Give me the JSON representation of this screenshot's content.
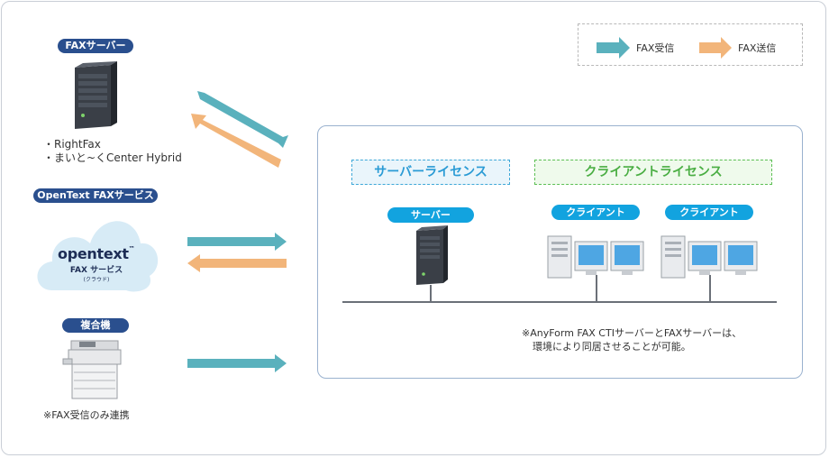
{
  "legend": {
    "receive_label": "FAX受信",
    "send_label": "FAX送信",
    "receive_color": "#5ab1bd",
    "send_color": "#f2b57a"
  },
  "fax_server": {
    "title": "FAXサーバー",
    "items": [
      "・RightFax",
      "・まいと~くCenter Hybrid"
    ]
  },
  "opentext_service": {
    "title": "OpenText FAXサービス",
    "logo_text": "opentext",
    "trademark": "™",
    "cloud_line1": "FAX サービス",
    "cloud_line2": "(クラウド)"
  },
  "mfp": {
    "title": "複合機",
    "note": "※FAX受信のみ連携"
  },
  "system": {
    "server_license": "サーバーライセンス",
    "client_license": "クライアントライセンス",
    "server_label": "サーバー",
    "client_labels": [
      "クライアント",
      "クライアント"
    ],
    "note_line1": "※AnyForm FAX CTIサーバーとFAXサーバーは、",
    "note_line2": "環境により同居させることが可能。"
  }
}
